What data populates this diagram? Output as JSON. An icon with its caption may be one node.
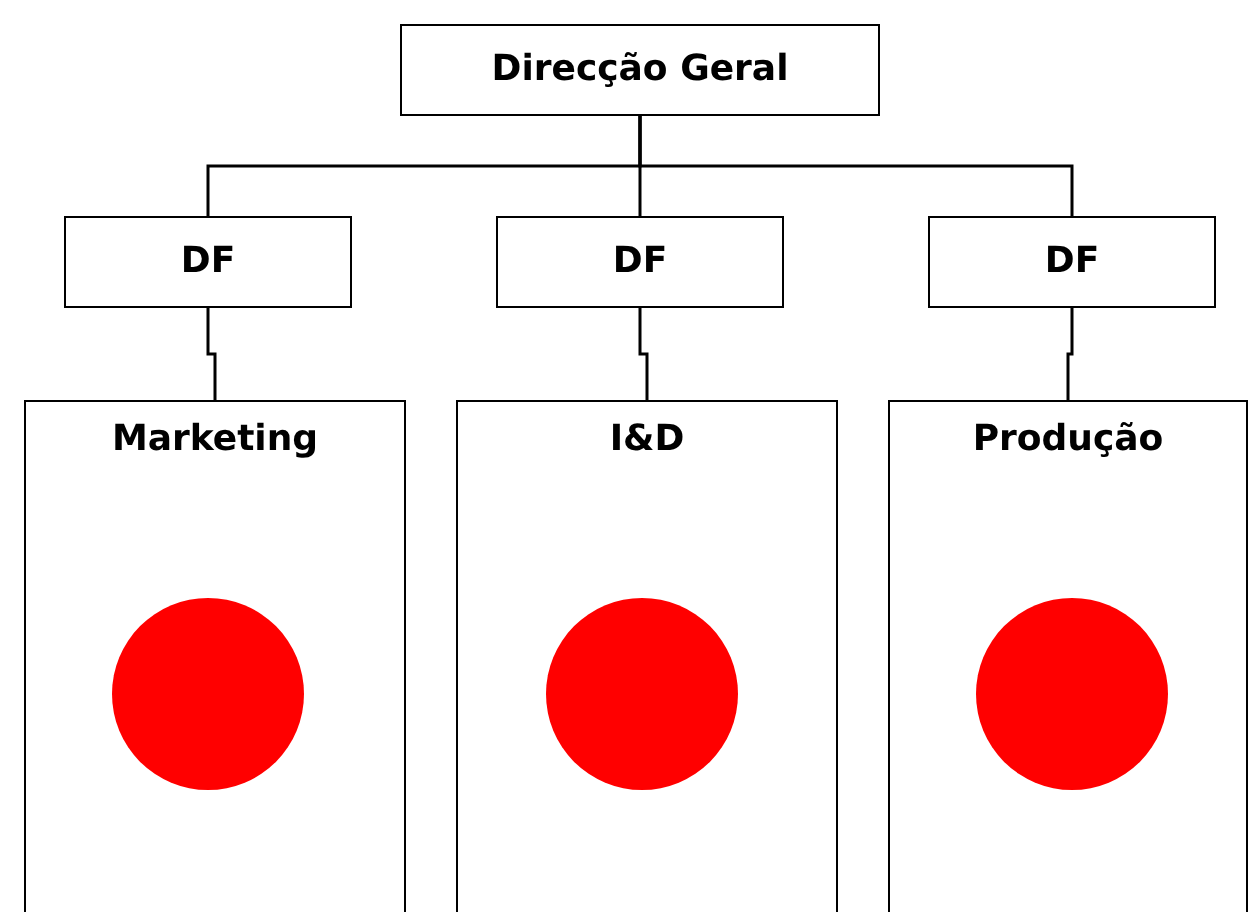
{
  "diagram": {
    "nodes": [
      {
        "text": [
          "Direcção Geral"
        ]
      },
      {
        "text": [
          "DF"
        ]
      },
      {
        "text": [
          "DF"
        ]
      },
      {
        "text": [
          "DF"
        ]
      },
      {
        "text": [
          "Marketing"
        ]
      },
      {
        "text": [
          "I&D"
        ]
      },
      {
        "text": [
          "Produção"
        ]
      },
      {
        "text": [],
        "shape": "circle",
        "in": 4
      },
      {
        "text": [],
        "shape": "circle",
        "in": 5
      },
      {
        "text": [],
        "shape": "circle",
        "in": 6
      }
    ],
    "edges": [
      {
        "from": 0,
        "to": 1,
        "arrow": "none"
      },
      {
        "from": 0,
        "to": 2,
        "arrow": "none"
      },
      {
        "from": 0,
        "to": 3,
        "arrow": "none"
      },
      {
        "from": 1,
        "to": 4,
        "arrow": "none"
      },
      {
        "from": 2,
        "to": 5,
        "arrow": "none"
      },
      {
        "from": 3,
        "to": 6,
        "arrow": "none"
      }
    ]
  }
}
